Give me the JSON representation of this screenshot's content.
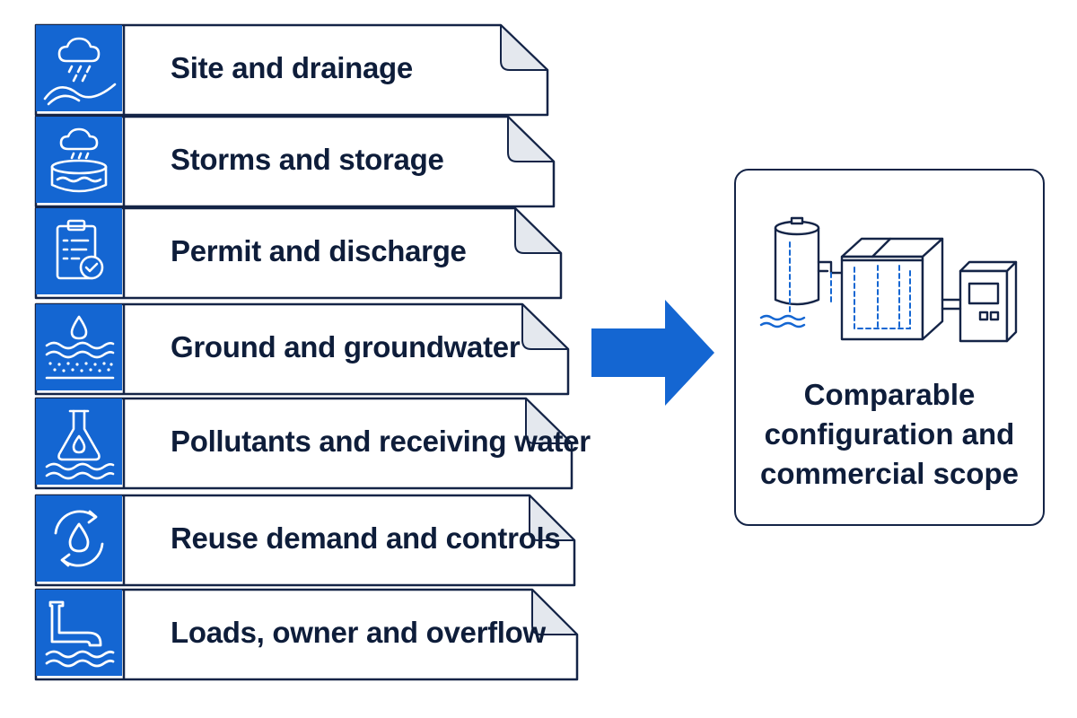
{
  "inputs": [
    {
      "label": "Site and drainage",
      "icon": "rain-cloud-terrain-icon"
    },
    {
      "label": "Storms and storage",
      "icon": "storm-cloud-tank-icon"
    },
    {
      "label": "Permit and discharge",
      "icon": "clipboard-check-icon"
    },
    {
      "label": "Ground and groundwater",
      "icon": "water-drop-soil-layers-icon"
    },
    {
      "label": "Pollutants and receiving water",
      "icon": "flask-water-icon"
    },
    {
      "label": "Reuse demand and controls",
      "icon": "recycle-water-drop-icon"
    },
    {
      "label": "Loads, owner and overflow",
      "icon": "faucet-water-icon"
    }
  ],
  "arrow_icon": "right-arrow-icon",
  "output": {
    "icon": "treatment-system-icon",
    "lines": [
      "Comparable",
      "configuration and",
      "commercial scope"
    ]
  },
  "colors": {
    "accent": "#1466d2",
    "outline": "#142447",
    "text": "#0e1d3a",
    "fold": "#e4e8ee"
  }
}
